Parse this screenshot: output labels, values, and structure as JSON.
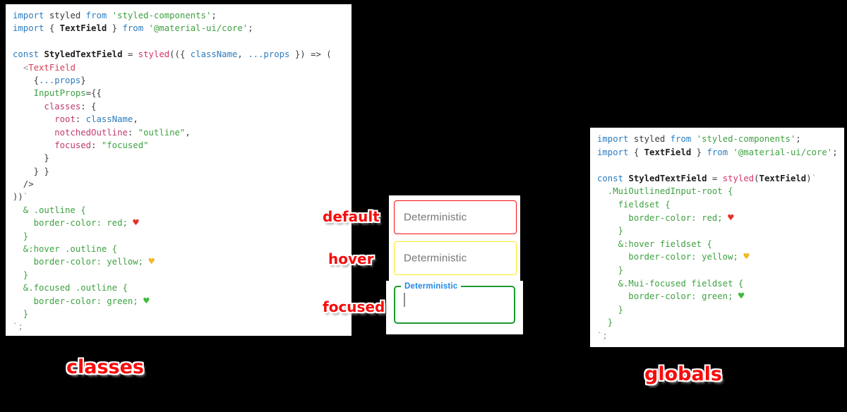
{
  "colors": {
    "background": "#000000",
    "panel": "#ffffff",
    "label_red": "#f80c0c",
    "keyword_blue": "#2b7cbf",
    "string_green": "#3fa142",
    "function_pink": "#d6336c",
    "jsx_tag_red": "#d23f57",
    "object_key_magenta": "#bf3a6e",
    "placeholder_gray": "#757575"
  },
  "labels": {
    "default": "default",
    "hover": "hover",
    "focused": "focused",
    "classes": "classes",
    "globals": "globals"
  },
  "demo": {
    "default": {
      "placeholder": "Deterministic",
      "border_color": "#fb0d0d"
    },
    "hover": {
      "placeholder": "Deterministic",
      "border_color": "#ffe81a"
    },
    "focused": {
      "label": "Deterministic",
      "border_color": "#1b9c31",
      "label_color": "#1e88e5"
    }
  },
  "code_left": {
    "lines": [
      [
        [
          "kw",
          "import"
        ],
        [
          "pl",
          " styled "
        ],
        [
          "kw",
          "from"
        ],
        [
          "pl",
          " "
        ],
        [
          "str",
          "'styled-components'"
        ],
        [
          "pl",
          ";"
        ]
      ],
      [
        [
          "kw",
          "import"
        ],
        [
          "pl",
          " { "
        ],
        [
          "bold",
          "TextField"
        ],
        [
          "pl",
          " } "
        ],
        [
          "kw",
          "from"
        ],
        [
          "pl",
          " "
        ],
        [
          "str",
          "'@material-ui/core'"
        ],
        [
          "pl",
          ";"
        ]
      ],
      [],
      [
        [
          "kw",
          "const"
        ],
        [
          "pl",
          " "
        ],
        [
          "bold",
          "StyledTextField"
        ],
        [
          "pl",
          " = "
        ],
        [
          "fn",
          "styled"
        ],
        [
          "pl",
          "(({ "
        ],
        [
          "blue",
          "className"
        ],
        [
          "pl",
          ", "
        ],
        [
          "blue",
          "...props"
        ],
        [
          "pl",
          " }) => ("
        ]
      ],
      [
        [
          "pl",
          "  "
        ],
        [
          "pun",
          "<"
        ],
        [
          "tag",
          "TextField"
        ]
      ],
      [
        [
          "pl",
          "    {"
        ],
        [
          "blue",
          "...props"
        ],
        [
          "pl",
          "}"
        ]
      ],
      [
        [
          "pl",
          "    "
        ],
        [
          "attr",
          "InputProps"
        ],
        [
          "pl",
          "={{"
        ]
      ],
      [
        [
          "pl",
          "      "
        ],
        [
          "key",
          "classes"
        ],
        [
          "pl",
          ": {"
        ]
      ],
      [
        [
          "pl",
          "        "
        ],
        [
          "key",
          "root"
        ],
        [
          "pl",
          ": "
        ],
        [
          "blue",
          "className"
        ],
        [
          "pl",
          ","
        ]
      ],
      [
        [
          "pl",
          "        "
        ],
        [
          "key",
          "notchedOutline"
        ],
        [
          "pl",
          ": "
        ],
        [
          "str",
          "\"outline\""
        ],
        [
          "pl",
          ","
        ]
      ],
      [
        [
          "pl",
          "        "
        ],
        [
          "key",
          "focused"
        ],
        [
          "pl",
          ": "
        ],
        [
          "str",
          "\"focused\""
        ]
      ],
      [
        [
          "pl",
          "      }"
        ]
      ],
      [
        [
          "pl",
          "    } }"
        ]
      ],
      [
        [
          "pl",
          "  />"
        ]
      ],
      [
        [
          "pl",
          "))"
        ],
        [
          "pun",
          "`"
        ]
      ],
      [
        [
          "css",
          "  & .outline {"
        ]
      ],
      [
        [
          "css",
          "    border-color: red; "
        ],
        [
          "hr",
          "♥"
        ]
      ],
      [
        [
          "css",
          "  }"
        ]
      ],
      [
        [
          "css",
          "  &:hover .outline {"
        ]
      ],
      [
        [
          "css",
          "    border-color: yellow; "
        ],
        [
          "hy",
          "♥"
        ]
      ],
      [
        [
          "css",
          "  }"
        ]
      ],
      [
        [
          "css",
          "  &.focused .outline {"
        ]
      ],
      [
        [
          "css",
          "    border-color: green; "
        ],
        [
          "hg",
          "♥"
        ]
      ],
      [
        [
          "css",
          "  }"
        ]
      ],
      [
        [
          "pun",
          "`;"
        ]
      ]
    ]
  },
  "code_right": {
    "lines": [
      [
        [
          "kw",
          "import"
        ],
        [
          "pl",
          " styled "
        ],
        [
          "kw",
          "from"
        ],
        [
          "pl",
          " "
        ],
        [
          "str",
          "'styled-components'"
        ],
        [
          "pl",
          ";"
        ]
      ],
      [
        [
          "kw",
          "import"
        ],
        [
          "pl",
          " { "
        ],
        [
          "bold",
          "TextField"
        ],
        [
          "pl",
          " } "
        ],
        [
          "kw",
          "from"
        ],
        [
          "pl",
          " "
        ],
        [
          "str",
          "'@material-ui/core'"
        ],
        [
          "pl",
          ";"
        ]
      ],
      [],
      [
        [
          "kw",
          "const"
        ],
        [
          "pl",
          " "
        ],
        [
          "bold",
          "StyledTextField"
        ],
        [
          "pl",
          " = "
        ],
        [
          "fn",
          "styled"
        ],
        [
          "pl",
          "("
        ],
        [
          "bold",
          "TextField"
        ],
        [
          "pl",
          ")"
        ],
        [
          "pun",
          "`"
        ]
      ],
      [
        [
          "css",
          "  .MuiOutlinedInput-root {"
        ]
      ],
      [
        [
          "css",
          "    fieldset {"
        ]
      ],
      [
        [
          "css",
          "      border-color: red; "
        ],
        [
          "hr",
          "♥"
        ]
      ],
      [
        [
          "css",
          "    }"
        ]
      ],
      [
        [
          "css",
          "    &:hover fieldset {"
        ]
      ],
      [
        [
          "css",
          "      border-color: yellow; "
        ],
        [
          "hy",
          "♥"
        ]
      ],
      [
        [
          "css",
          "    }"
        ]
      ],
      [
        [
          "css",
          "    &.Mui-focused fieldset {"
        ]
      ],
      [
        [
          "css",
          "      border-color: green; "
        ],
        [
          "hg",
          "♥"
        ]
      ],
      [
        [
          "css",
          "    }"
        ]
      ],
      [
        [
          "css",
          "  }"
        ]
      ],
      [
        [
          "pun",
          "`;"
        ]
      ]
    ]
  }
}
